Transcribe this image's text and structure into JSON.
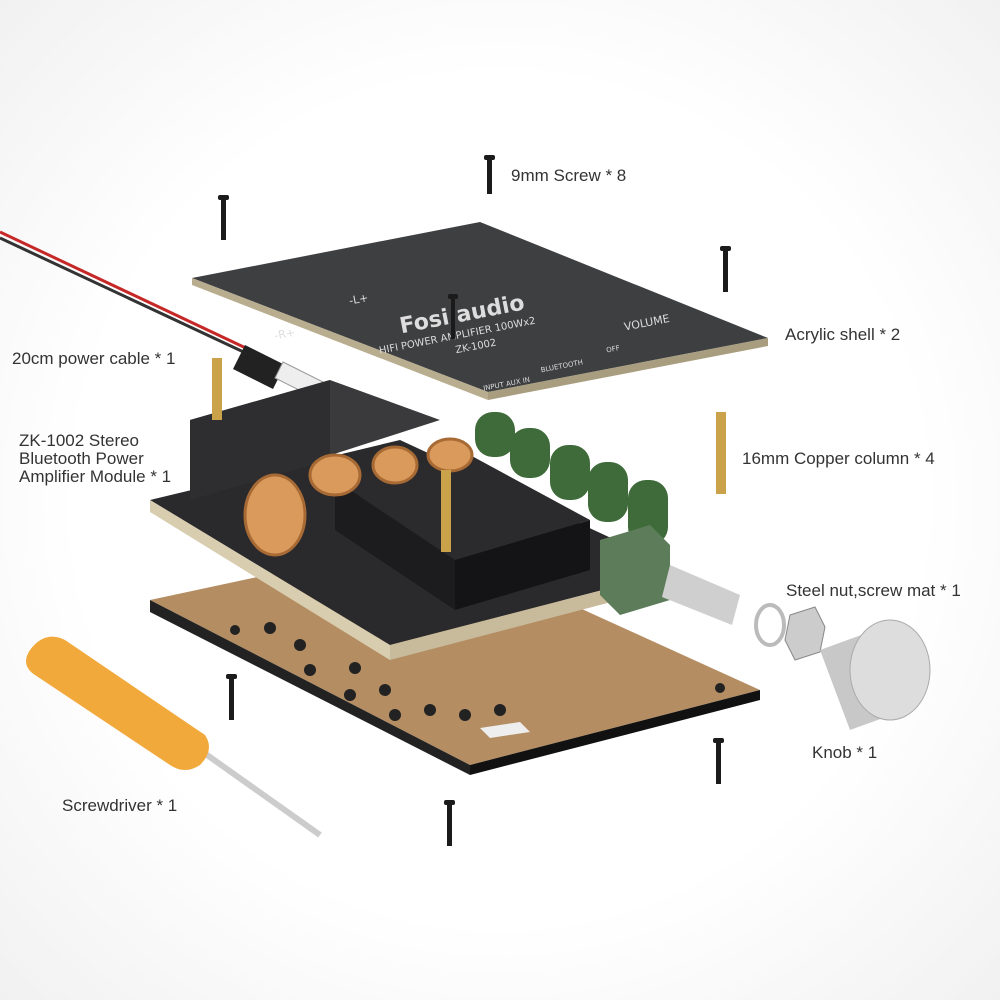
{
  "labels": {
    "screw": "9mm Screw * 8",
    "shell": "Acrylic shell * 2",
    "cable": "20cm power cable * 1",
    "module": "ZK-1002 Stereo Bluetooth Power Amplifier Module * 1",
    "column": "16mm Copper column * 4",
    "nut": "Steel nut,screw mat * 1",
    "knob": "Knob * 1",
    "screwdriver": "Screwdriver * 1"
  },
  "shell_print": {
    "brand": "Fosi audio",
    "subtitle": "HIFI POWER AMPLIFIER 100Wx2",
    "model": "ZK-1002",
    "volume": "VOLUME",
    "off": "OFF",
    "right": "-R+",
    "left": "-L+",
    "input": "INPUT AUX IN",
    "bluetooth": "BLUETOOTH"
  },
  "colors": {
    "board": "#3a3b3d",
    "copper": "#d99a5c",
    "brass": "#c9a24a",
    "handle": "#f2a93b",
    "caps": "#3f6b3a"
  }
}
